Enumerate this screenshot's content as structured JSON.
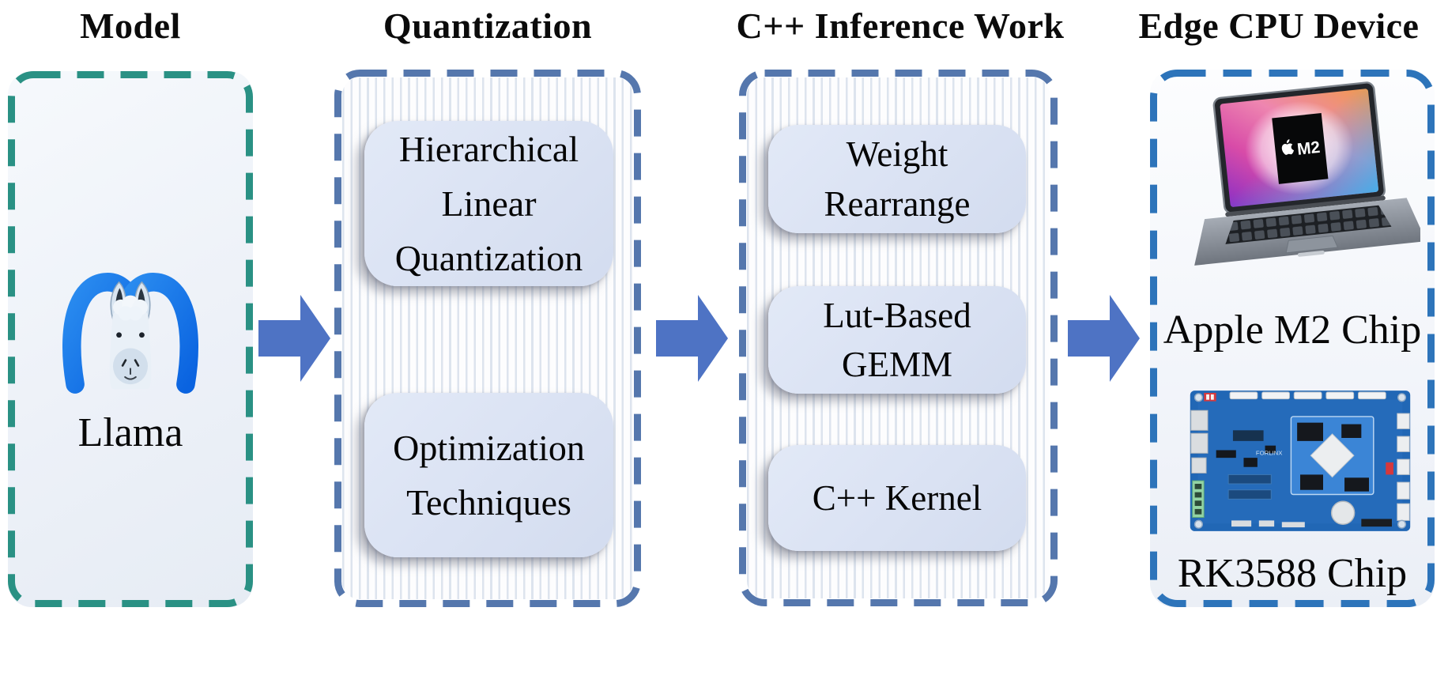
{
  "figure": {
    "columns": [
      {
        "title": "Model",
        "label": "Llama",
        "icon": "llama-meta-logo"
      },
      {
        "title": "Quantization",
        "boxes": [
          "Hierarchical Linear Quantization",
          "Optimization Techniques"
        ]
      },
      {
        "title": "C++ Inference Work",
        "boxes": [
          "Weight Rearrange",
          "Lut-Based GEMM",
          "C++ Kernel"
        ]
      },
      {
        "title": "Edge CPU Device",
        "devices": [
          {
            "label": "Apple M2 Chip",
            "screen_chip_text": "M2",
            "icon": "macbook-photo"
          },
          {
            "label": "RK3588 Chip",
            "board_brand": "FORLINX",
            "icon": "rk3588-board-photo"
          }
        ]
      }
    ],
    "arrows": [
      {
        "from": "Model",
        "to": "Quantization",
        "direction": "right"
      },
      {
        "from": "Quantization",
        "to": "C++ Inference Work",
        "direction": "right"
      },
      {
        "from": "C++ Inference Work",
        "to": "Edge CPU Device",
        "direction": "right"
      }
    ],
    "colors": {
      "model_border_teal": "#2A9184",
      "mid_border_slate_blue": "#5577AD",
      "edge_border_bright_blue": "#2D74BA",
      "arrow_blue": "#4E73C4",
      "inner_box_fill": "#DBE3F3",
      "pinstripe": "#DDE4EE",
      "meta_logo_blue": "#1877F2"
    }
  }
}
